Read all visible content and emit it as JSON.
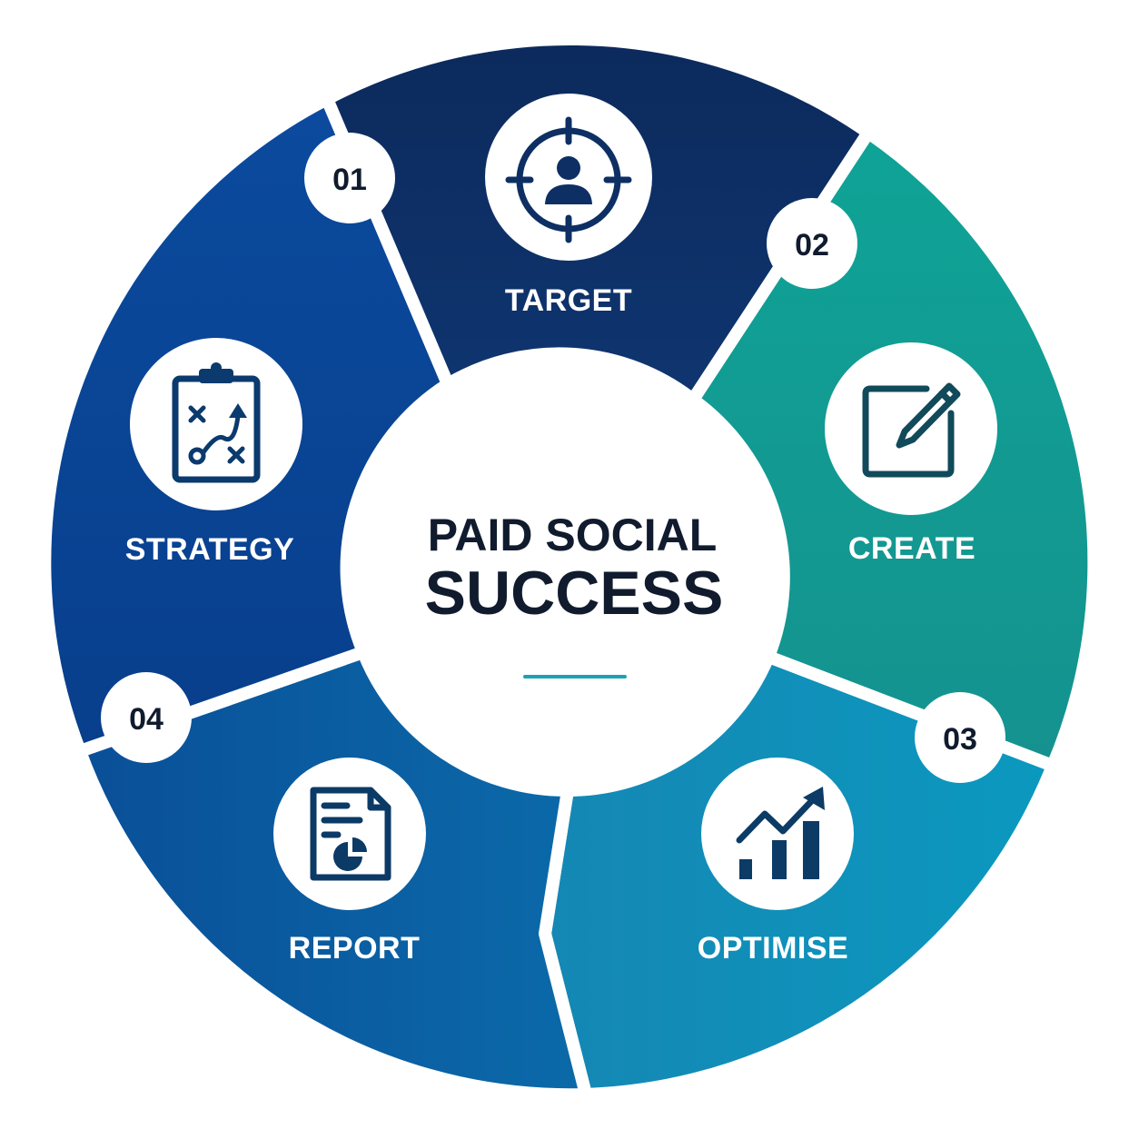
{
  "colors": {
    "target": "#0d2f63",
    "create": "#139a98",
    "optimise": "#118aba",
    "report": "#0a5d9f",
    "strategy": "#0a4596",
    "center_text": "#111b2e",
    "center_line": "#1aa3b3",
    "background": "#ffffff"
  },
  "center": {
    "line1": "PAID SOCIAL",
    "line2": "SUCCESS"
  },
  "segments": [
    {
      "key": "target",
      "label": "TARGET",
      "icon": "target-user-icon"
    },
    {
      "key": "create",
      "label": "CREATE",
      "icon": "edit-pencil-icon"
    },
    {
      "key": "optimise",
      "label": "OPTIMISE",
      "icon": "growth-chart-icon"
    },
    {
      "key": "report",
      "label": "REPORT",
      "icon": "report-document-icon"
    },
    {
      "key": "strategy",
      "label": "STRATEGY",
      "icon": "strategy-clipboard-icon"
    }
  ],
  "steps": [
    {
      "number": "01"
    },
    {
      "number": "02"
    },
    {
      "number": "03"
    },
    {
      "number": "04"
    }
  ]
}
